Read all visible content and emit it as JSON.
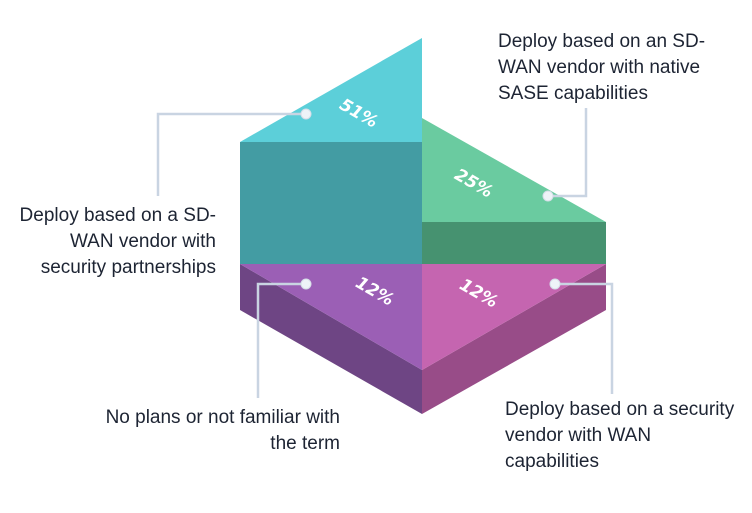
{
  "chart_data": {
    "type": "pie",
    "style": "3d-hexagon-infographic",
    "legend": "none",
    "grid": false,
    "slices": [
      {
        "label": "Deploy based on a SD-WAN vendor with security partnerships",
        "value": 51,
        "value_label": "51%",
        "color": "#5ccfd9",
        "side_color": "#439ca3"
      },
      {
        "label": "Deploy based on an SD-WAN vendor with native SASE capabilities",
        "value": 25,
        "value_label": "25%",
        "color": "#6acba0",
        "side_color": "#469270"
      },
      {
        "label": "Deploy based on a security vendor with WAN capabilities",
        "value": 12,
        "value_label": "12%",
        "color": "#c565b0",
        "side_color": "#984c88"
      },
      {
        "label": "No plans or not familiar with the term",
        "value": 12,
        "value_label": "12%",
        "color": "#9b5fb5",
        "side_color": "#6e4584"
      }
    ]
  }
}
